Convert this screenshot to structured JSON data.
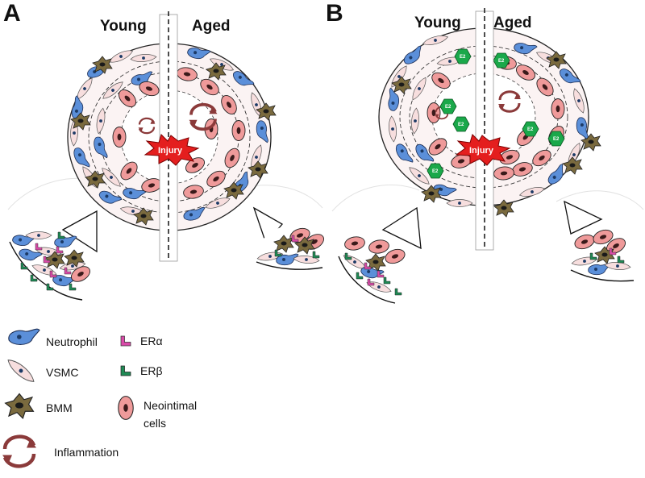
{
  "panels": [
    {
      "letter": "A",
      "left_label": "Young",
      "right_label": "Aged",
      "injury": "Injury",
      "e2": ""
    },
    {
      "letter": "B",
      "left_label": "Young",
      "right_label": "Aged",
      "injury": "Injury",
      "e2": "E2"
    }
  ],
  "legend": {
    "neutrophil": "Neutrophil",
    "vsmc": "VSMC",
    "bmm": "BMM",
    "inflammation": "Inflammation",
    "er_alpha": "ERα",
    "er_beta": "ERβ",
    "neointimal_line1": "Neointimal",
    "neointimal_line2": "cells"
  },
  "colors": {
    "neutrophil": "#5b8fd9",
    "vsmc": "#f7dede",
    "bmm": "#7a6a3e",
    "neointimal": "#ef9a9a",
    "inflammation_arrow": "#8b3a3a",
    "er_alpha": "#d94aa8",
    "er_beta": "#1f8a55",
    "injury": "#e41e1e",
    "e2": "#1aa84a",
    "nucleus": "#1c3a66"
  }
}
